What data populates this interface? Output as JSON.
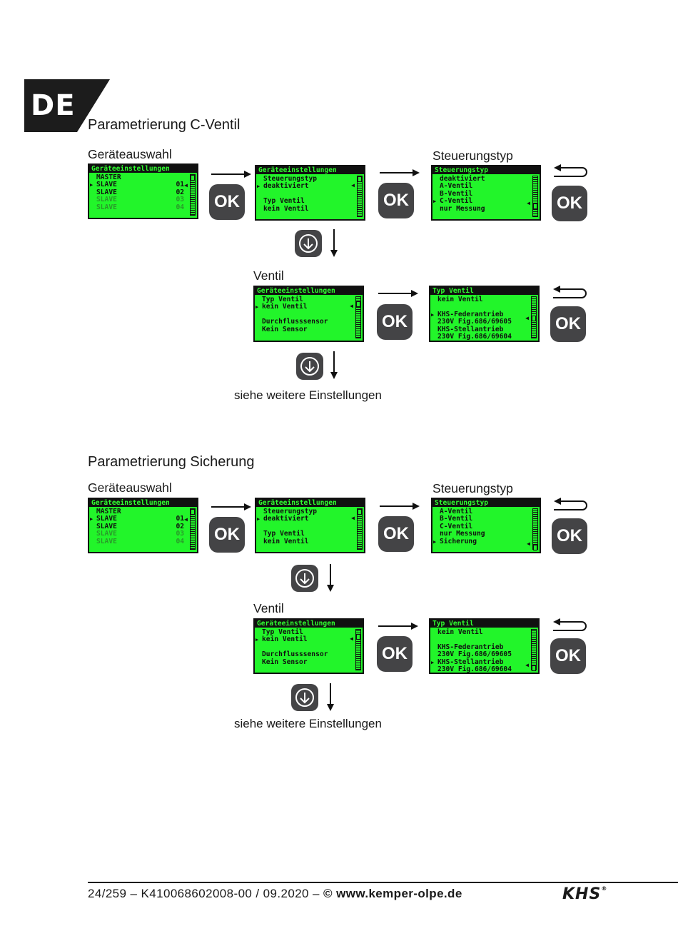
{
  "lang_tag": "DE",
  "sections": [
    {
      "title": "Parametrierung C-Ventil",
      "labels": {
        "device_select": "Geräteauswahl",
        "control_type": "Steuerungstyp",
        "valve": "Ventil"
      },
      "note": "siehe weitere Einstellungen",
      "screens": {
        "device": {
          "header": "Geräteeinstellungen",
          "rows": [
            [
              "MASTER",
              ""
            ],
            [
              "SLAVE",
              "01"
            ],
            [
              "SLAVE",
              "02"
            ],
            [
              "SLAVE",
              "03"
            ],
            [
              "SLAVE",
              "04"
            ]
          ]
        },
        "settings1": {
          "header": "Geräteeinstellungen",
          "rows": [
            "Steuerungstyp",
            "deaktiviert",
            "",
            "Typ  Ventil",
            "kein  Ventil"
          ]
        },
        "control": {
          "header": "Steuerungstyp",
          "rows": [
            "deaktiviert",
            "A-Ventil",
            "B-Ventil",
            "C-Ventil",
            "nur  Messung"
          ]
        },
        "settings2": {
          "header": "Geräteeinstellungen",
          "rows": [
            "Typ  Ventil",
            "kein  Ventil",
            "",
            "Durchflusssensor",
            "Kein  Sensor"
          ]
        },
        "valvetype": {
          "header": "Typ  Ventil",
          "rows": [
            "kein  Ventil",
            "",
            "KHS-Federantrieb",
            "230V  Fig.686/69605",
            "KHS-Stellantrieb",
            "230V  Fig.686/69604"
          ]
        }
      }
    },
    {
      "title": "Parametrierung Sicherung",
      "labels": {
        "device_select": "Geräteauswahl",
        "control_type": "Steuerungstyp",
        "valve": "Ventil"
      },
      "note": "siehe weitere Einstellungen",
      "screens": {
        "device": {
          "header": "Geräteeinstellungen",
          "rows": [
            [
              "MASTER",
              ""
            ],
            [
              "SLAVE",
              "01"
            ],
            [
              "SLAVE",
              "02"
            ],
            [
              "SLAVE",
              "03"
            ],
            [
              "SLAVE",
              "04"
            ]
          ]
        },
        "settings1": {
          "header": "Geräteeinstellungen",
          "rows": [
            "Steuerungstyp",
            "deaktiviert",
            "",
            "Typ  Ventil",
            "kein  Ventil"
          ]
        },
        "control": {
          "header": "Steuerungstyp",
          "rows": [
            "A-Ventil",
            "B-Ventil",
            "C-Ventil",
            "nur  Messung",
            "Sicherung"
          ]
        },
        "settings2": {
          "header": "Geräteeinstellungen",
          "rows": [
            "Typ  Ventil",
            "kein  Ventil",
            "",
            "Durchflusssensor",
            "Kein  Sensor"
          ]
        },
        "valvetype": {
          "header": "Typ  Ventil",
          "rows": [
            "kein  Ventil",
            "",
            "KHS-Federantrieb",
            "230V  Fig.686/69605",
            "KHS-Stellantrieb",
            "230V  Fig.686/69604"
          ]
        }
      }
    }
  ],
  "ok_label": "OK",
  "footer": {
    "page": "24/259",
    "doc": "K410068602008-00 / 09.2020",
    "copyright": "©",
    "url": "www.kemper-olpe.de",
    "logo": "KHS",
    "logo_mark": "®"
  }
}
